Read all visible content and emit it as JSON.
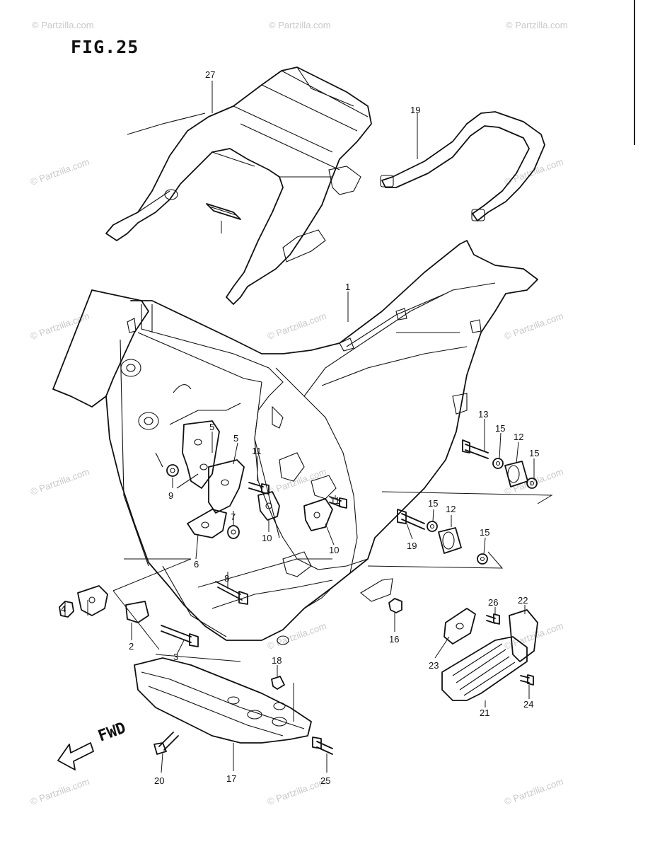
{
  "figure": {
    "title": "FIG.25"
  },
  "direction_label": "FWD",
  "watermark": "© Partzilla.com",
  "callouts": [
    "1",
    "2",
    "3",
    "4",
    "5",
    "5",
    "6",
    "7",
    "8",
    "9",
    "10",
    "10",
    "11",
    "11",
    "12",
    "12",
    "13",
    "15",
    "15",
    "15",
    "15",
    "16",
    "17",
    "18",
    "19",
    "19",
    "20",
    "21",
    "22",
    "23",
    "24",
    "25",
    "26",
    "27"
  ],
  "colors": {
    "line": "#111111",
    "background": "#ffffff",
    "watermark": "#c8c8c8"
  }
}
